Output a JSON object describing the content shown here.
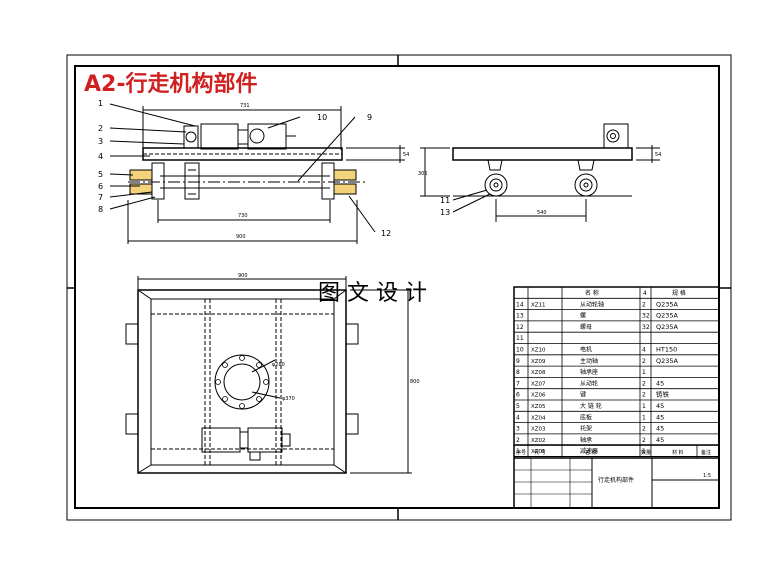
{
  "sheet": {
    "title": "A2-行走机构部件",
    "title_color": "#d02020",
    "overlay_text": "图 文 设 计",
    "scale": "1:5"
  },
  "callouts": [
    "1",
    "2",
    "3",
    "4",
    "5",
    "6",
    "7",
    "8",
    "9",
    "10",
    "11",
    "12",
    "13"
  ],
  "bom": {
    "header": [
      "序号",
      "代 号",
      "名 称",
      "数量",
      "材 料",
      "备注"
    ],
    "top_header": {
      "name": "名 称",
      "qty": "4",
      "spec": "规 格"
    },
    "rows": [
      {
        "no": "14",
        "code": "XZ11",
        "name": "从动轮轴",
        "qty": "2",
        "material": "Q235A"
      },
      {
        "no": "13",
        "code": "",
        "name": "螺",
        "qty": "32",
        "material": "Q235A"
      },
      {
        "no": "12",
        "code": "",
        "name": "螺母",
        "qty": "32",
        "material": "Q235A"
      },
      {
        "no": "11",
        "code": "",
        "name": "",
        "qty": "",
        "material": ""
      },
      {
        "no": "10",
        "code": "XZ10",
        "name": "电机",
        "qty": "4",
        "material": "HT150"
      },
      {
        "no": "9",
        "code": "XZ09",
        "name": "主动轴",
        "qty": "2",
        "material": "Q235A"
      },
      {
        "no": "8",
        "code": "XZ08",
        "name": "轴承座",
        "qty": "1",
        "material": ""
      },
      {
        "no": "7",
        "code": "XZ07",
        "name": "从动轮",
        "qty": "2",
        "material": "45"
      },
      {
        "no": "6",
        "code": "XZ06",
        "name": "键",
        "qty": "2",
        "material": "铸铁"
      },
      {
        "no": "5",
        "code": "XZ05",
        "name": "大 链 轮",
        "qty": "1",
        "material": "45"
      },
      {
        "no": "4",
        "code": "XZ04",
        "name": "底板",
        "qty": "1",
        "material": "45"
      },
      {
        "no": "3",
        "code": "XZ03",
        "name": "托架",
        "qty": "2",
        "material": "45"
      },
      {
        "no": "2",
        "code": "XZ02",
        "name": "轴承",
        "qty": "2",
        "material": "45"
      },
      {
        "no": "1",
        "code": "XZ01",
        "name": "减速器",
        "qty": "1",
        "material": ""
      }
    ],
    "drawing_name": "行走机构部件"
  }
}
